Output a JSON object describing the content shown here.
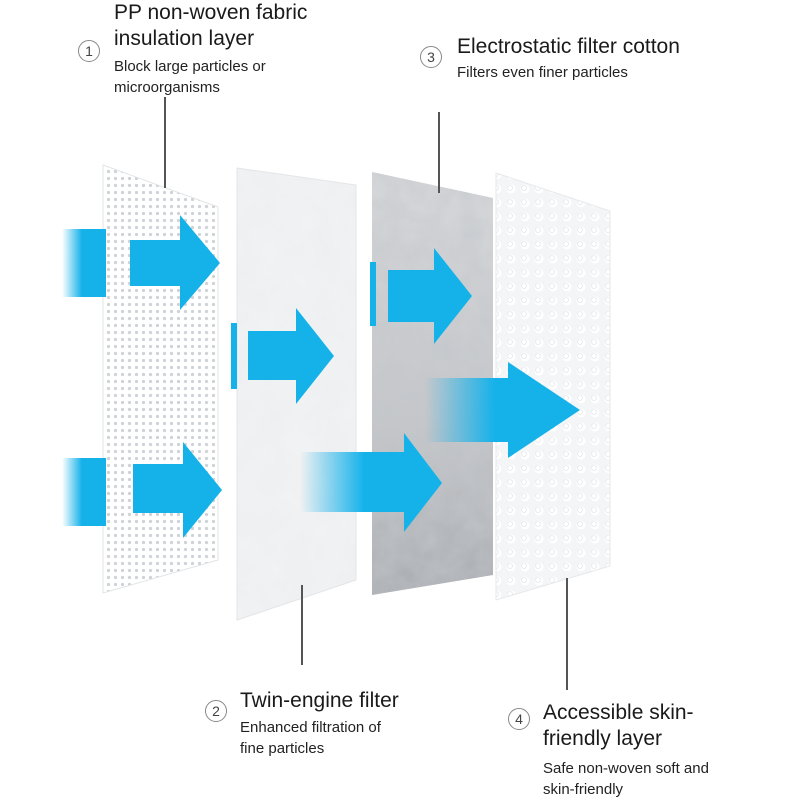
{
  "layers": [
    {
      "number": "1",
      "title": "PP non-woven fabric\ninsulation layer",
      "description": "Block large particles or\nmicroorganisms"
    },
    {
      "number": "2",
      "title": "Twin-engine filter",
      "description": "Enhanced filtration of\nfine particles"
    },
    {
      "number": "3",
      "title": "Electrostatic filter cotton",
      "description": "Filters even finer particles"
    },
    {
      "number": "4",
      "title": "Accessible skin-\nfriendly layer",
      "description": "Safe non-woven soft and\nskin-friendly"
    }
  ],
  "colors": {
    "arrow": "#15b2ea",
    "leader_line": "#555555",
    "number_circle": "#888888"
  },
  "icons": {
    "flow_arrow": "right-arrow-icon"
  }
}
